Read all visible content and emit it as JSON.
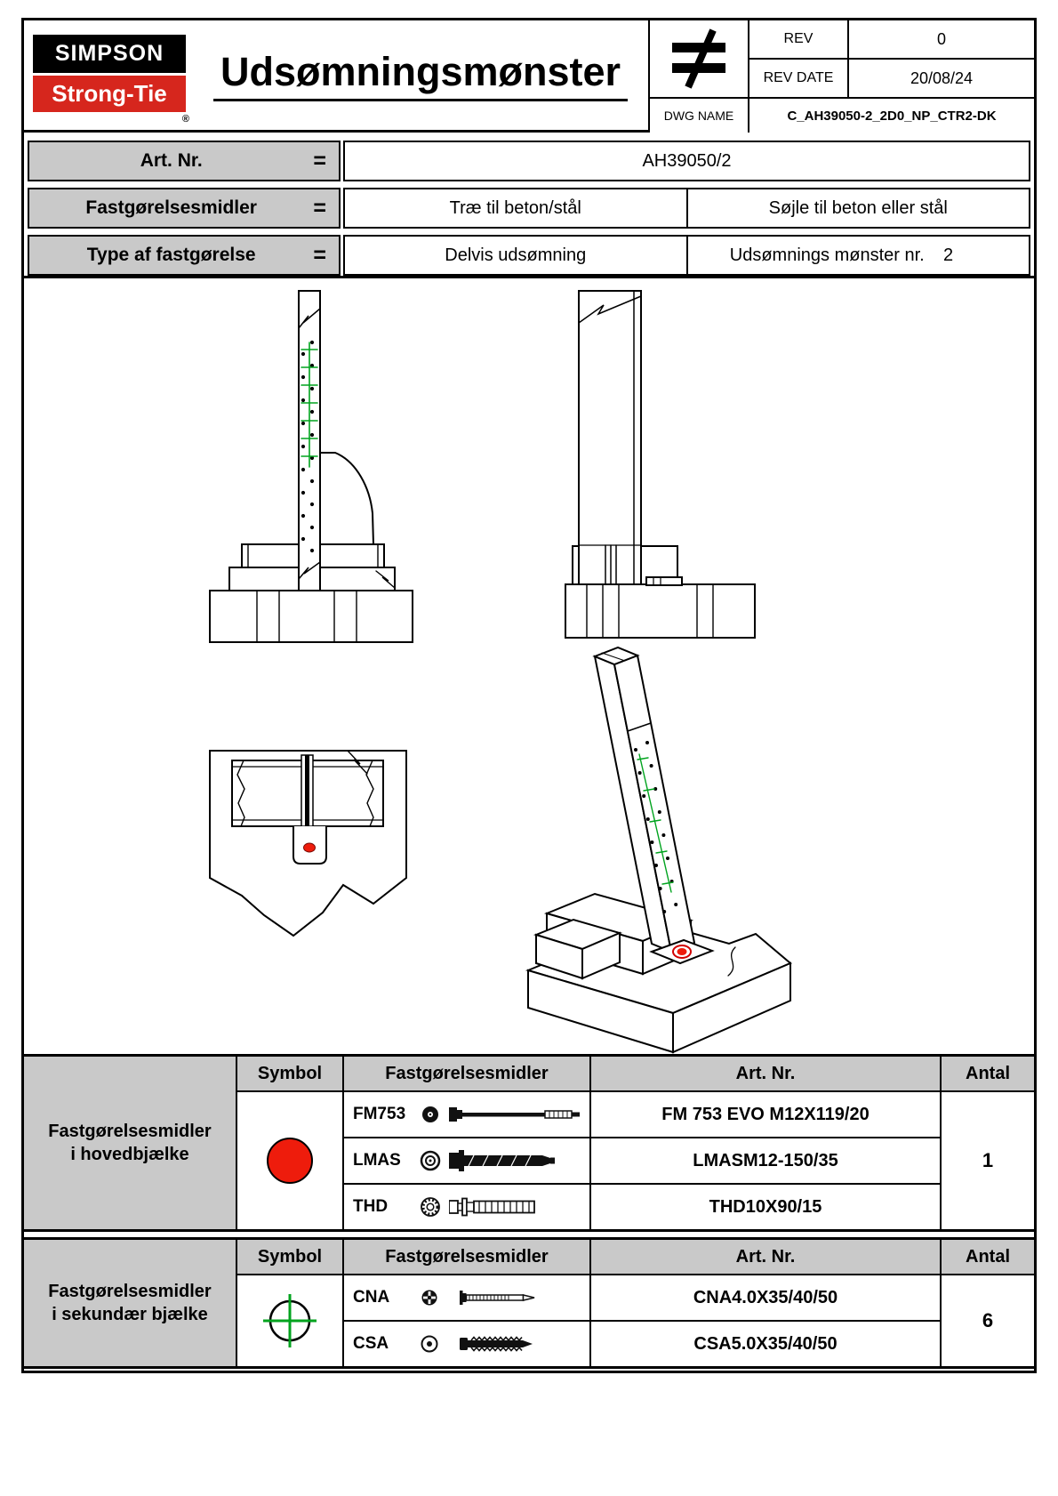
{
  "colors": {
    "brand_red": "#d6261d",
    "symbol_red": "#ee1c0c",
    "symbol_green": "#00a31e"
  },
  "logo": {
    "simpson": "SIMPSON",
    "strongtie": "Strong-Tie",
    "registered": "®"
  },
  "title": "Udsømningsmønster",
  "titleblock": {
    "projection_icon": "not-equal-projection-symbol",
    "rev_label": "REV",
    "rev_value": "0",
    "rev_date_label": "REV DATE",
    "rev_date_value": "20/08/24",
    "dwg_name_label": "DWG NAME",
    "dwg_name_value": "C_AH39050-2_2D0_NP_CTR2-DK"
  },
  "info": {
    "eq": "=",
    "art_nr_label": "Art. Nr.",
    "art_nr_value": "AH39050/2",
    "fasteners_label": "Fastgørelsesmidler",
    "fasteners_value_1": "Træ til beton/stål",
    "fasteners_value_2": "Søjle til beton eller stål",
    "type_label": "Type af fastgørelse",
    "type_value_1": "Delvis udsømning",
    "pattern_nr_label": "Udsømnings mønster nr.",
    "pattern_nr_value": "2"
  },
  "drawing_views": {
    "front_view": "front-elevation-of-post-anchor-on-foundation",
    "side_view": "side-elevation-of-post-anchor-on-foundation",
    "plan_view": "plan-view-with-anchor-slot-and-main-fastener",
    "iso_view": "isometric-view-of-post-anchor-on-foundation"
  },
  "fastener_tables": [
    {
      "row_label_line1": "Fastgørelsesmidler",
      "row_label_line2": "i hovedbjælke",
      "headers": {
        "symbol": "Symbol",
        "fasteners": "Fastgørelsesmidler",
        "art_nr": "Art. Nr.",
        "qty": "Antal"
      },
      "symbol_icon": "red-filled-circle",
      "rows": [
        {
          "code": "FM753",
          "icon": "dot-in-circle",
          "art_nr": "FM 753 EVO M12X119/20"
        },
        {
          "code": "LMAS",
          "icon": "double-ring",
          "art_nr": "LMASM12-150/35"
        },
        {
          "code": "THD",
          "icon": "knurled-ring",
          "art_nr": "THD10X90/15"
        }
      ],
      "qty": "1"
    },
    {
      "row_label_line1": "Fastgørelsesmidler",
      "row_label_line2": "i sekundær bjælke",
      "headers": {
        "symbol": "Symbol",
        "fasteners": "Fastgørelsesmidler",
        "art_nr": "Art. Nr.",
        "qty": "Antal"
      },
      "symbol_icon": "green-crosshair-circle",
      "rows": [
        {
          "code": "CNA",
          "icon": "star-in-circle",
          "art_nr": "CNA4.0X35/40/50"
        },
        {
          "code": "CSA",
          "icon": "dot-in-ring",
          "art_nr": "CSA5.0X35/40/50"
        }
      ],
      "qty": "6"
    }
  ]
}
